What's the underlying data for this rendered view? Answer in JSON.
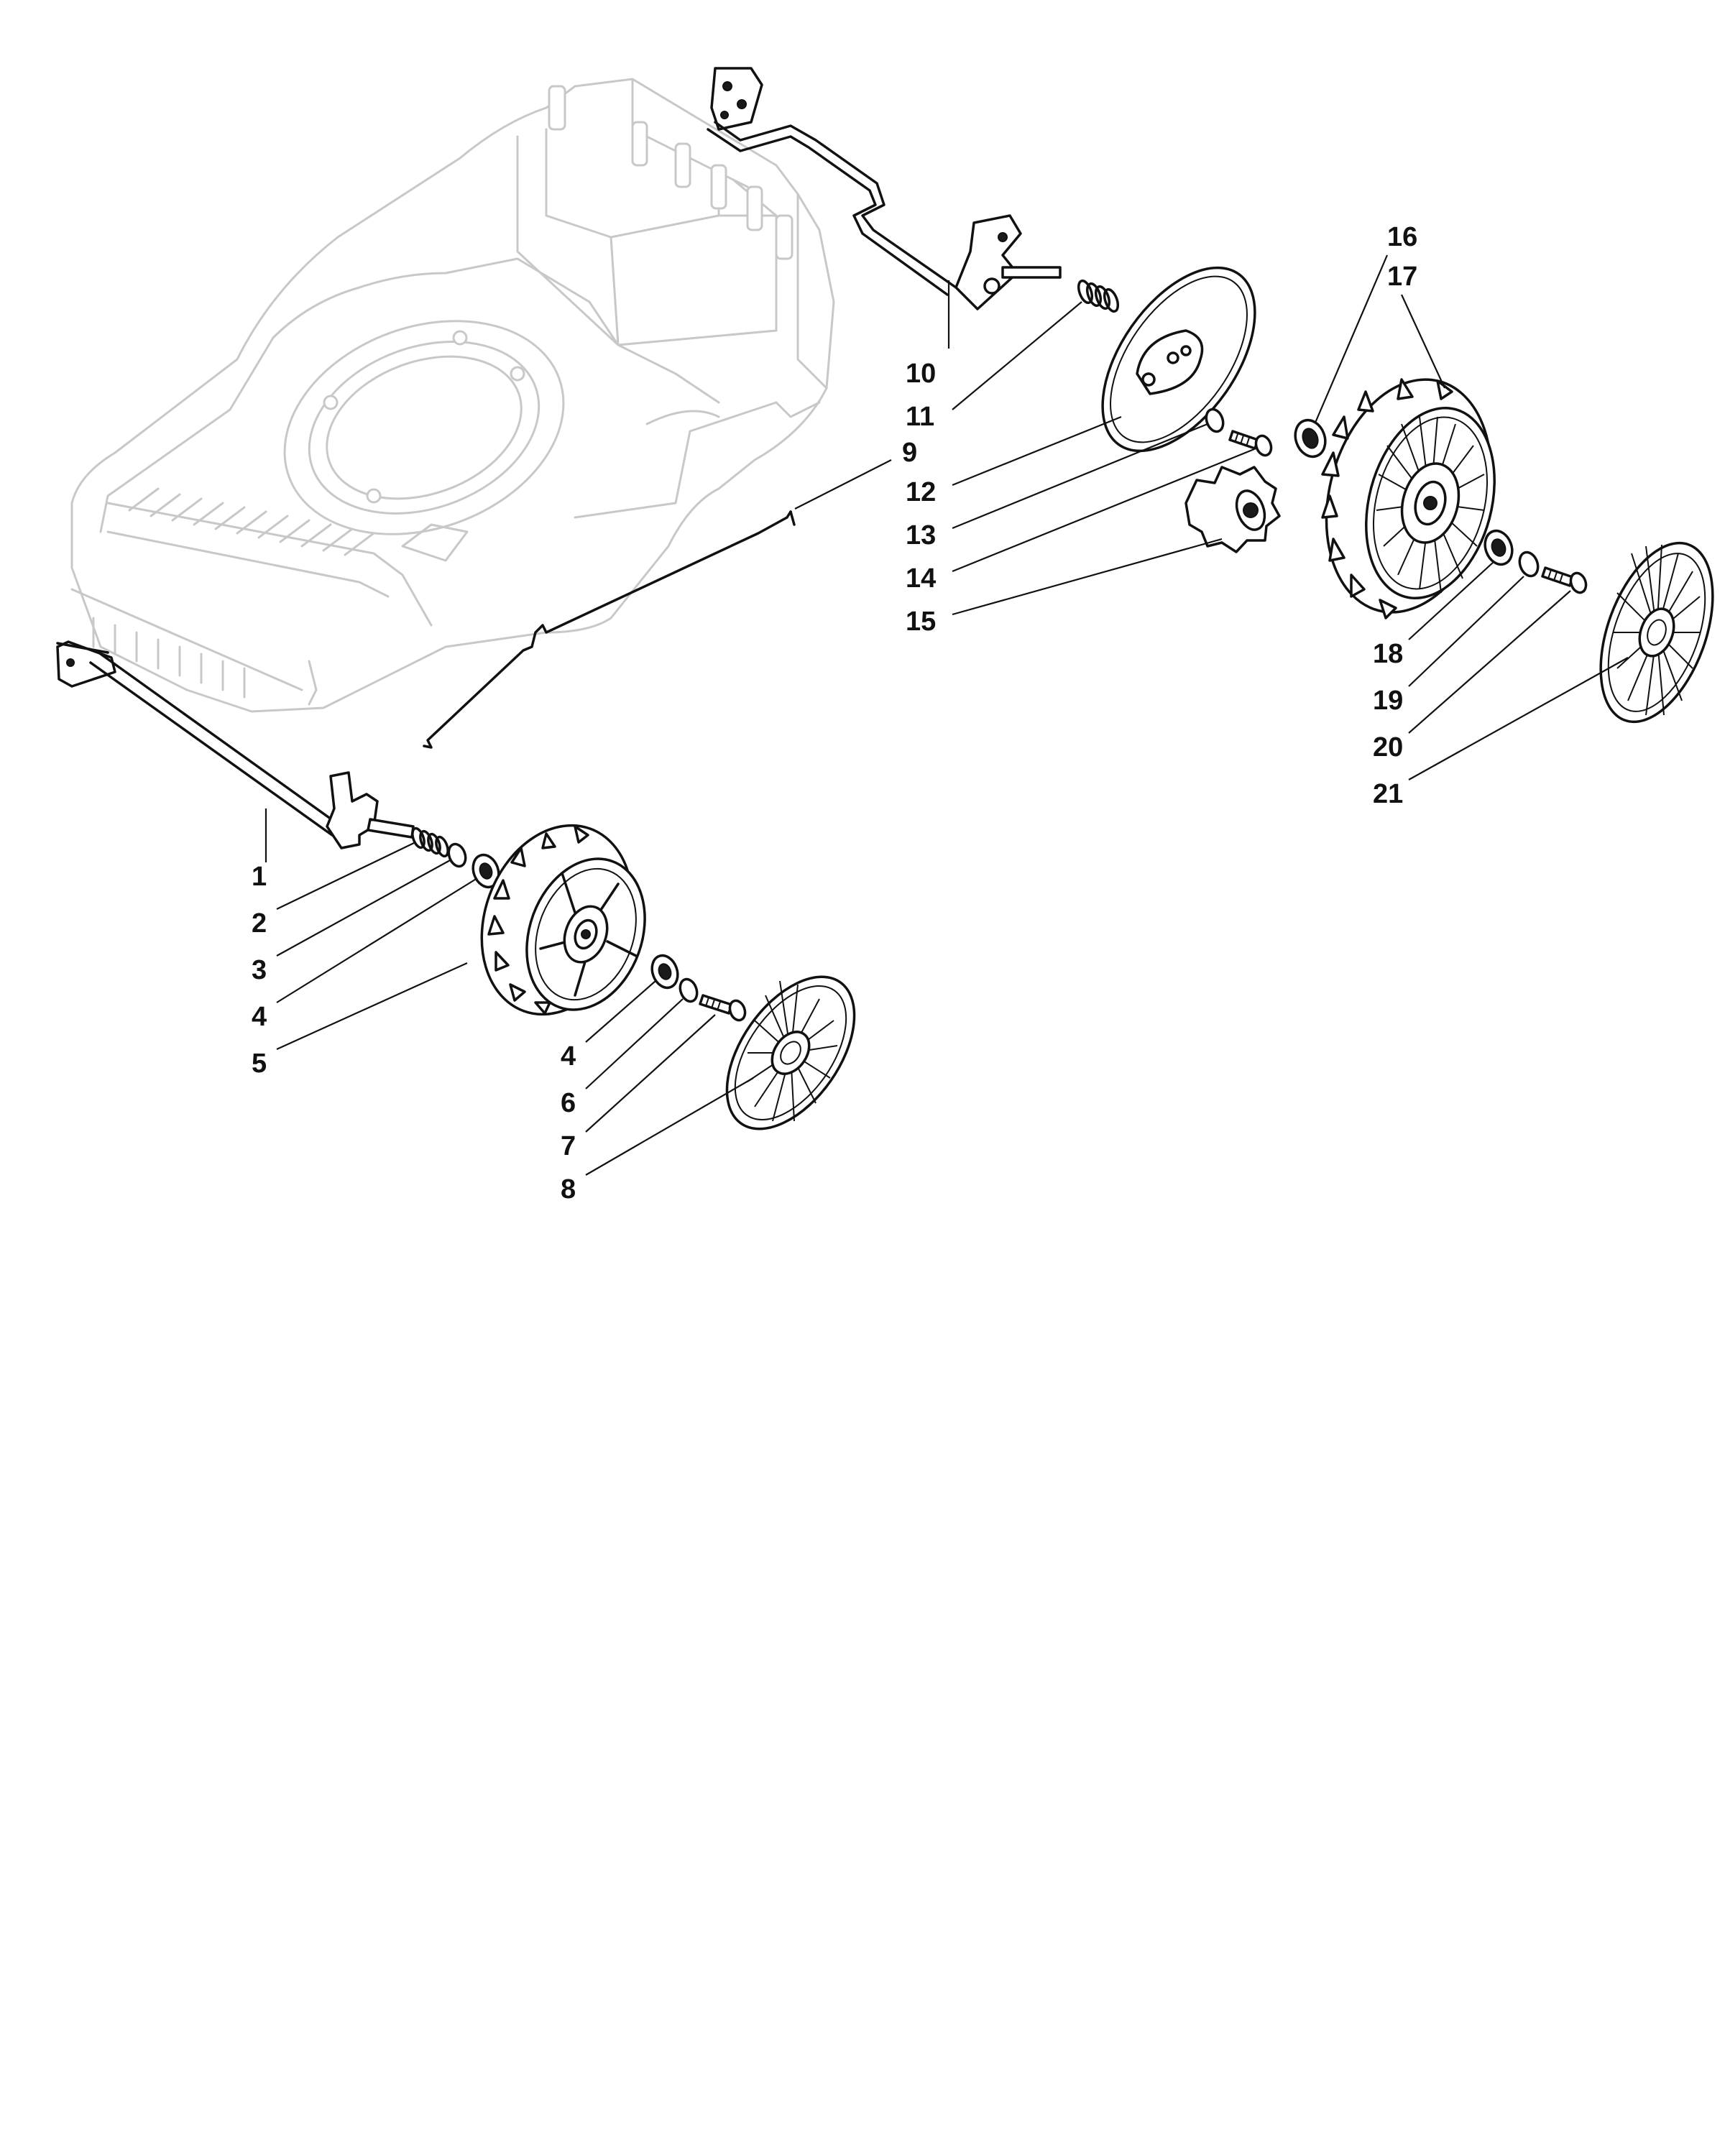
{
  "callouts": [
    {
      "id": "1",
      "text": "1"
    },
    {
      "id": "2",
      "text": "2"
    },
    {
      "id": "3",
      "text": "3"
    },
    {
      "id": "4a",
      "text": "4"
    },
    {
      "id": "5",
      "text": "5"
    },
    {
      "id": "4b",
      "text": "4"
    },
    {
      "id": "6",
      "text": "6"
    },
    {
      "id": "7",
      "text": "7"
    },
    {
      "id": "8",
      "text": "8"
    },
    {
      "id": "9",
      "text": "9"
    },
    {
      "id": "10",
      "text": "10"
    },
    {
      "id": "11",
      "text": "11"
    },
    {
      "id": "12",
      "text": "12"
    },
    {
      "id": "13",
      "text": "13"
    },
    {
      "id": "14",
      "text": "14"
    },
    {
      "id": "15",
      "text": "15"
    },
    {
      "id": "16",
      "text": "16"
    },
    {
      "id": "17",
      "text": "17"
    },
    {
      "id": "18",
      "text": "18"
    },
    {
      "id": "19",
      "text": "19"
    },
    {
      "id": "20",
      "text": "20"
    },
    {
      "id": "21",
      "text": "21"
    }
  ]
}
